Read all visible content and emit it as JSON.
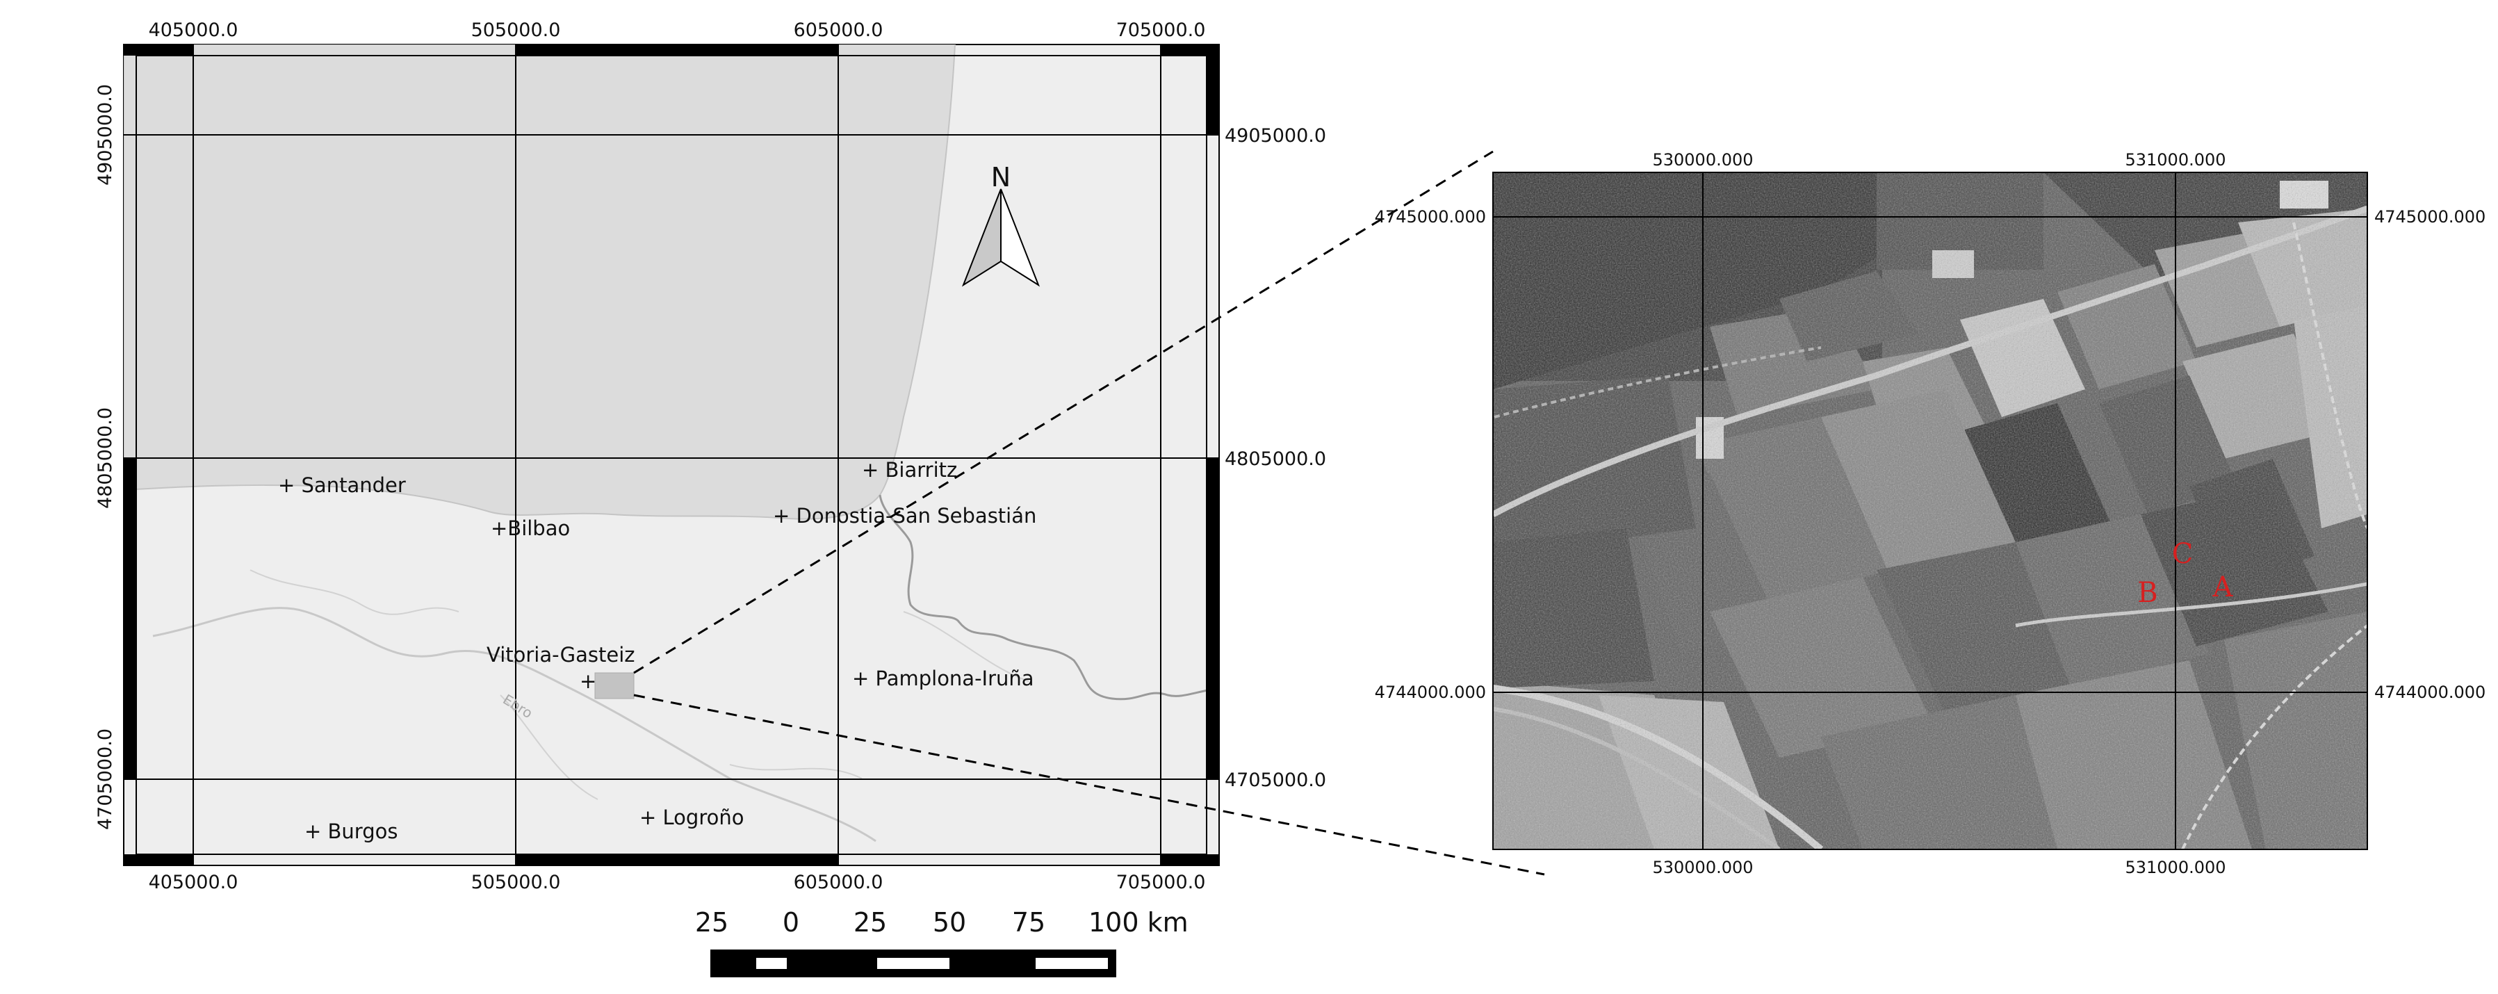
{
  "left_map": {
    "top_coords": [
      "405000.0",
      "505000.0",
      "605000.0",
      "705000.0"
    ],
    "bottom_coords": [
      "405000.0",
      "505000.0",
      "605000.0",
      "705000.0"
    ],
    "left_coords": [
      "4905000.0",
      "4805000.0",
      "4705000.0"
    ],
    "right_coords": [
      "4905000.0",
      "4805000.0",
      "4705000.0"
    ],
    "north_label": "N",
    "cities": {
      "santander": "+ Santander",
      "bilbao": "+Bilbao",
      "biarritz": "+ Biarritz",
      "donostia": "+ Donostia-San Sebastián",
      "vitoria": "Vitoria-Gasteiz",
      "vitoria_marker": "+",
      "pamplona": "+ Pamplona-Iruña",
      "burgos": "+ Burgos",
      "logrono": "+ Logroño"
    },
    "river_label": "Ebro"
  },
  "scale_bar": {
    "labels": [
      "25",
      "0",
      "25",
      "50",
      "75",
      "100 km"
    ]
  },
  "aerial": {
    "top_coords": [
      "530000.000",
      "531000.000"
    ],
    "bottom_coords": [
      "530000.000",
      "531000.000"
    ],
    "left_coords": [
      "4745000.000",
      "4744000.000"
    ],
    "right_coords": [
      "4745000.000",
      "4744000.000"
    ],
    "markers": {
      "a": "A",
      "b": "B",
      "c": "C"
    },
    "marker_color": "#d62020"
  }
}
